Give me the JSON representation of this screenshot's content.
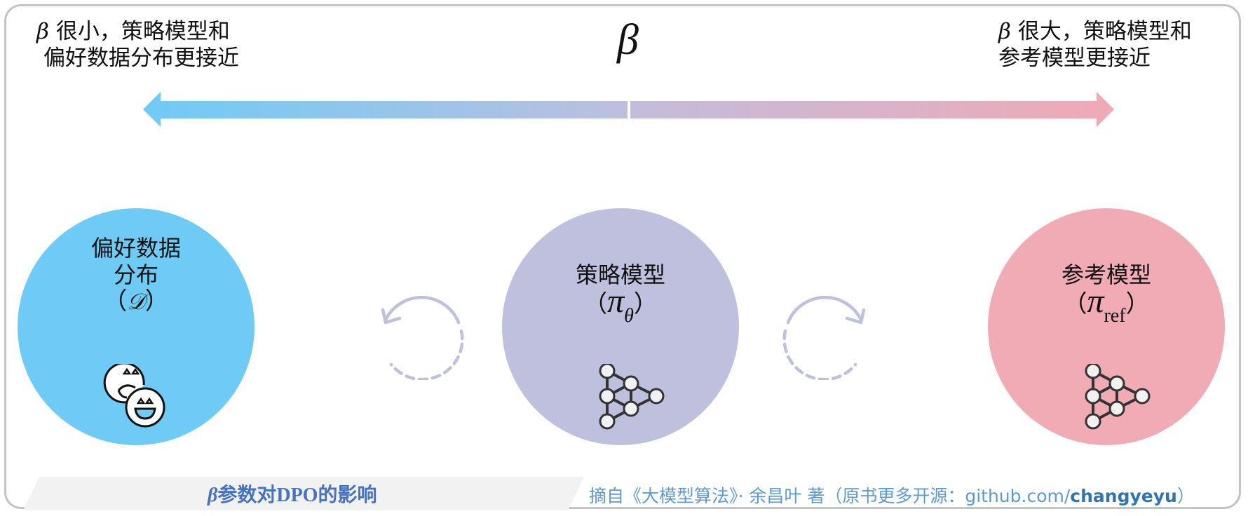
{
  "header": {
    "left_note": {
      "symbol": "β",
      "line1": "很小，策略模型和",
      "line2": "偏好数据分布更接近"
    },
    "center_symbol": "β",
    "right_note": {
      "symbol": "β",
      "line1": "很大，策略模型和",
      "line2": "参考模型更接近"
    }
  },
  "arrow": {
    "direction": "bidirectional",
    "left_color": "#6ecbf5",
    "mid_color": "#bfbfde",
    "right_color": "#f0a9b5"
  },
  "nodes": [
    {
      "id": "preference-data",
      "title_line1": "偏好数据",
      "title_line2": "分布",
      "paren_open": "（",
      "symbol": "𝒟",
      "paren_close": "）",
      "color": "#6ecbf5",
      "icon": "smiley-faces-icon"
    },
    {
      "id": "policy-model",
      "title_line1": "策略模型",
      "paren_open": "（",
      "symbol": "π",
      "subscript": "θ",
      "paren_close": "）",
      "color": "#bfbfde",
      "icon": "neural-network-icon"
    },
    {
      "id": "reference-model",
      "title_line1": "参考模型",
      "paren_open": "（",
      "symbol": "π",
      "subscript": "ref",
      "paren_close": "）",
      "color": "#f0abb5",
      "icon": "neural-network-icon"
    }
  ],
  "cycle_icons": [
    {
      "name": "counterclockwise-cycle-icon",
      "color": "#bfbfde"
    },
    {
      "name": "clockwise-cycle-icon",
      "color": "#bfbfde"
    }
  ],
  "footer": {
    "title_symbol": "β",
    "title_text": "参数对DPO的影响",
    "source_prefix": "摘自《大模型算法》· 余昌叶 著（原书更多开源：github.com/",
    "source_bold": "changyeyu",
    "source_suffix": "）",
    "band_color": "#f2f2f2",
    "title_color": "#4472c4",
    "source_color": "#5b9bd5"
  }
}
